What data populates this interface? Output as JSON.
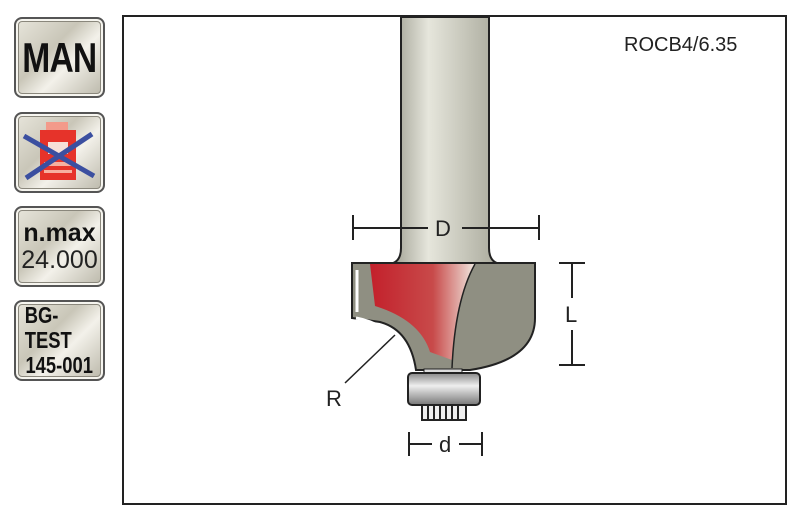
{
  "badges": {
    "mode": "MAN",
    "no_machine_icon": "crossed-machine-icon",
    "speed_label": "n.max",
    "speed_value": "24.000",
    "test_label": "BG-TEST",
    "test_number": "145-001"
  },
  "diagram": {
    "product_code": "ROCB4/6.35",
    "dim_D": "D",
    "dim_L": "L",
    "dim_R": "R",
    "dim_d": "d"
  },
  "colors": {
    "cutter_red": "#c3202b",
    "body_grey": "#8f8f82",
    "badge_bg": "#d6d3c6"
  }
}
